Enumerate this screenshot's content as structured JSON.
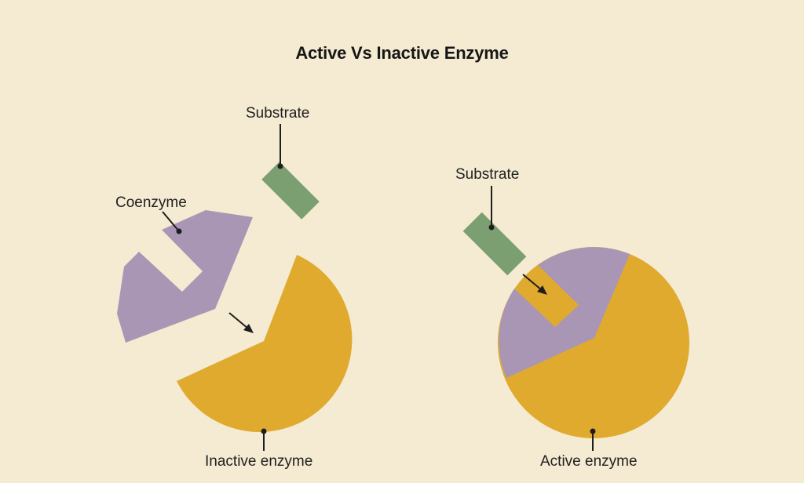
{
  "title": "Active Vs Inactive Enzyme",
  "colors": {
    "background": "#f4ebd2",
    "coenzyme": "#a996b4",
    "enzyme": "#e0aa2f",
    "substrate": "#7b9f70",
    "line": "#1e1e1e"
  },
  "left_panel": {
    "substrate_label": "Substrate",
    "coenzyme_label": "Coenzyme",
    "enzyme_label": "Inactive enzyme"
  },
  "right_panel": {
    "substrate_label": "Substrate",
    "enzyme_label": "Active enzyme"
  }
}
